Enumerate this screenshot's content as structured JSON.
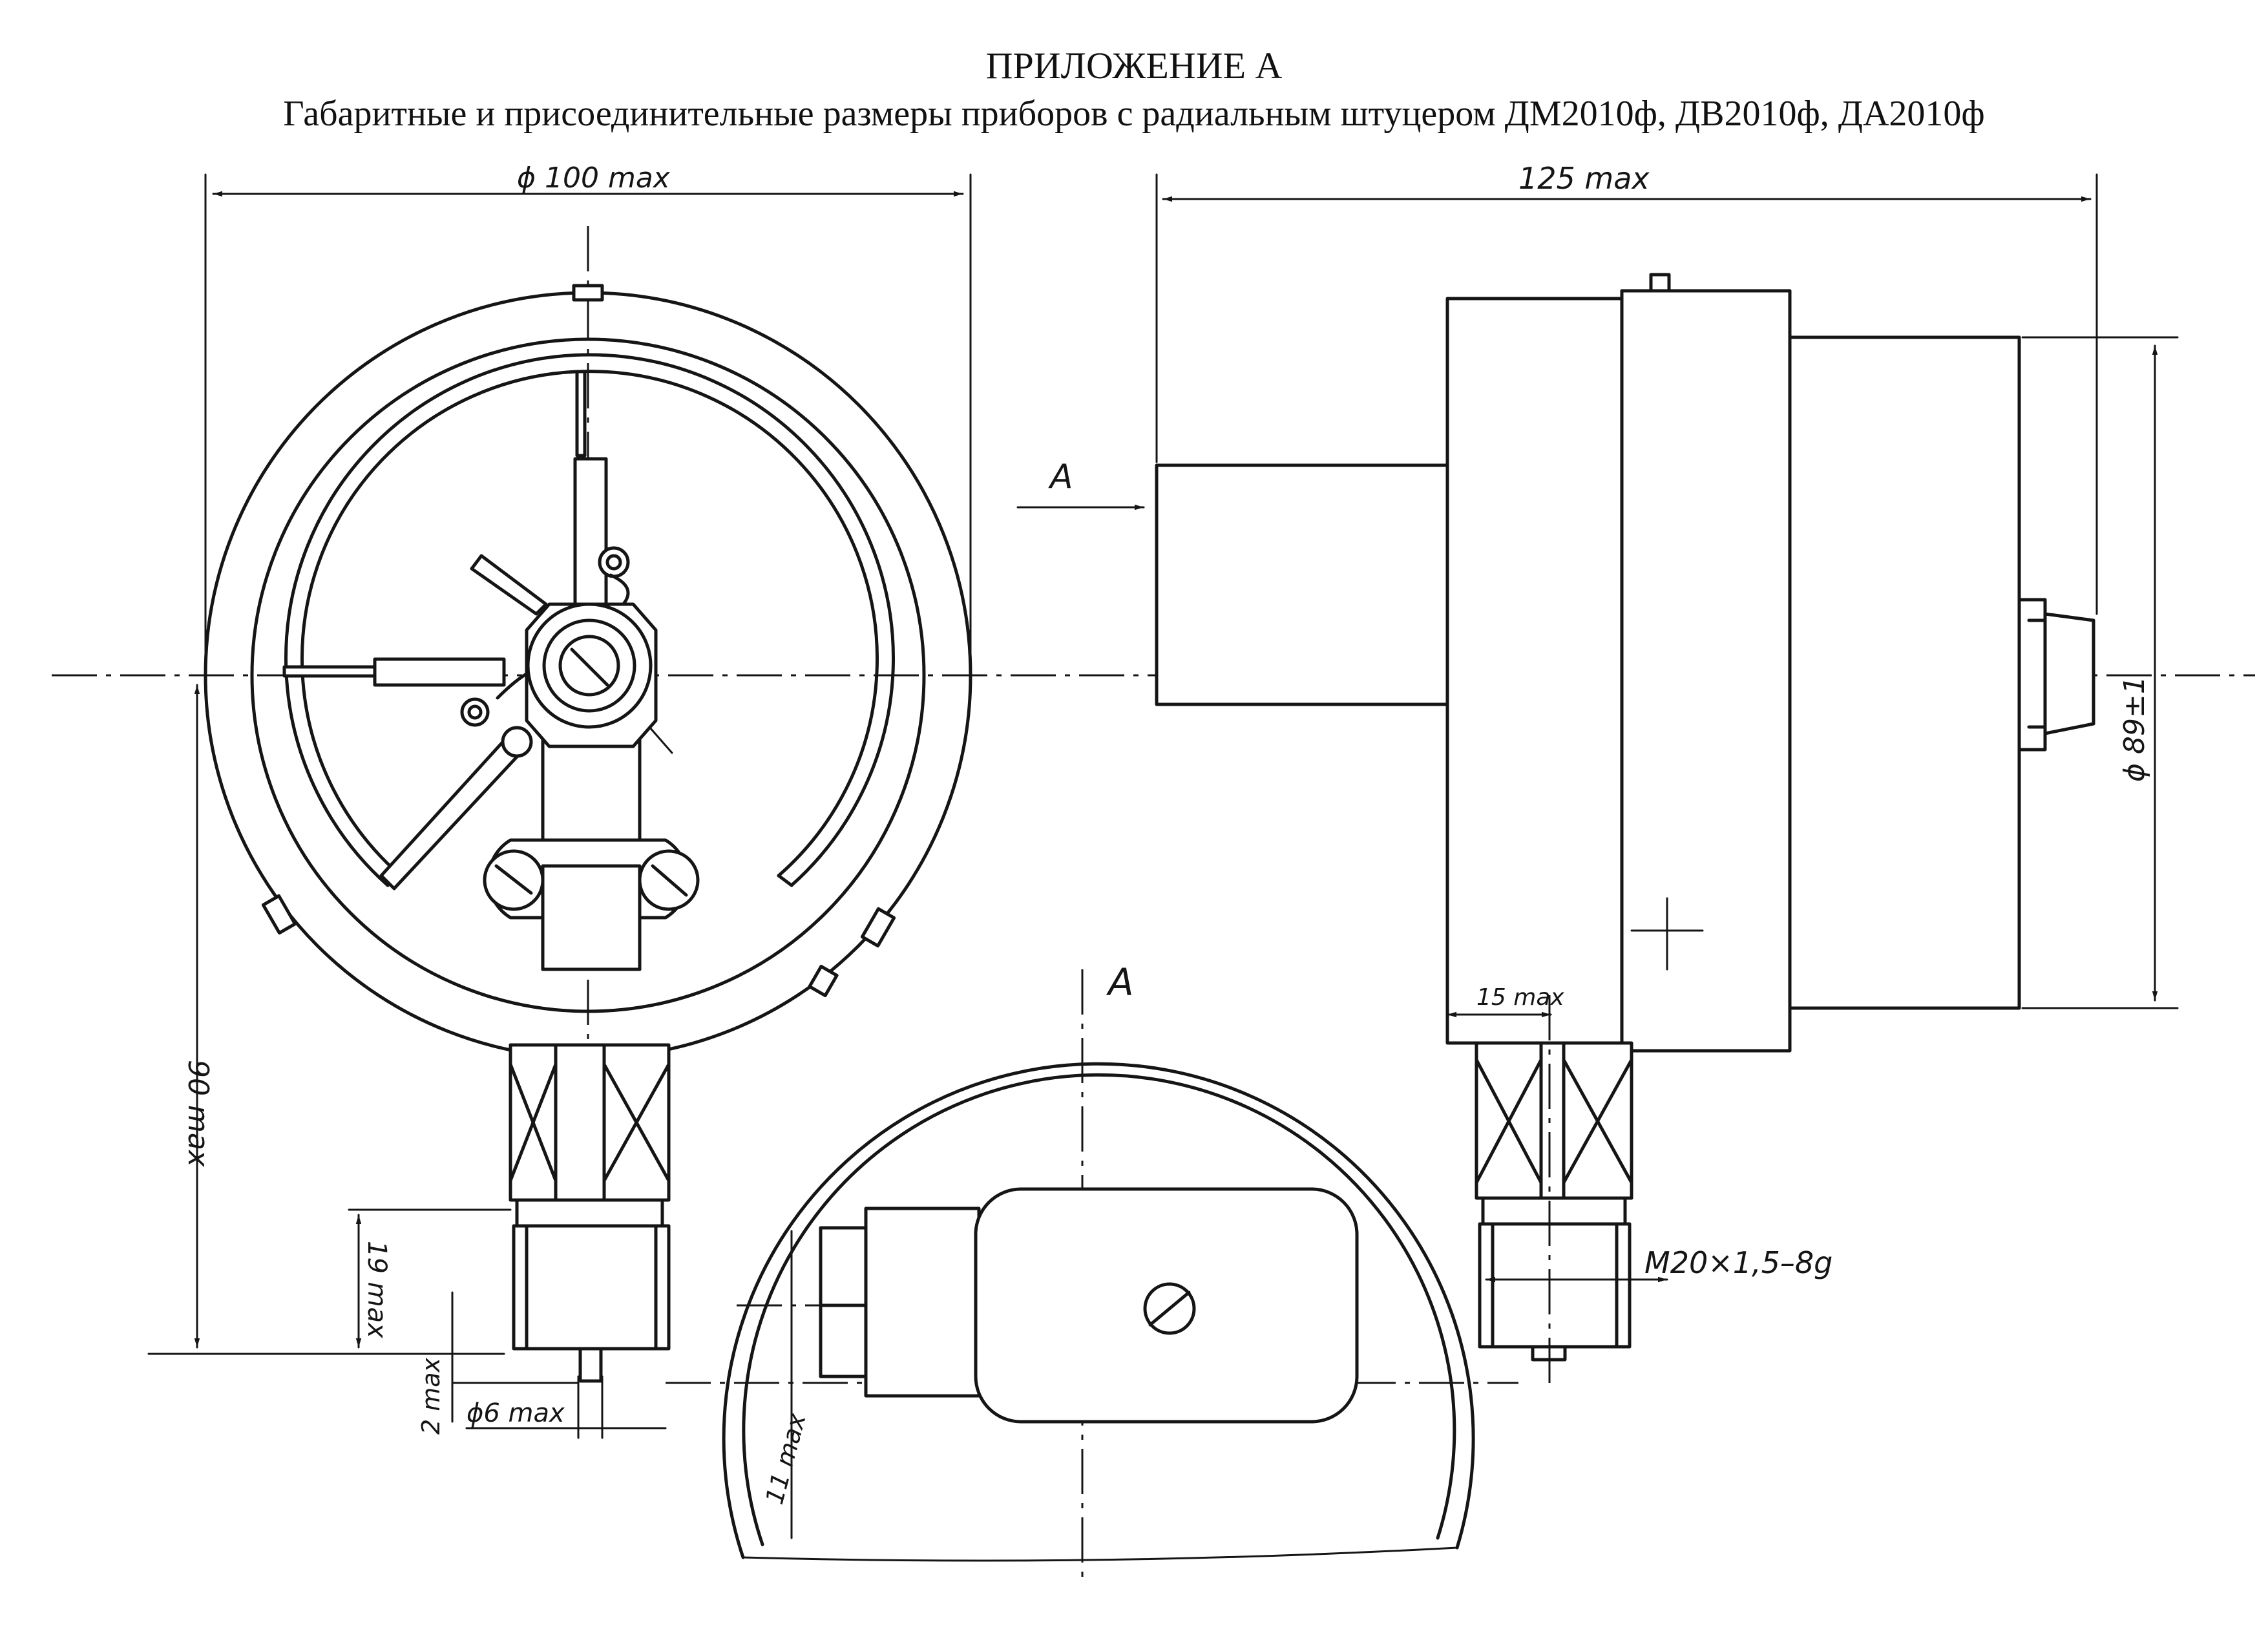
{
  "title": {
    "line1": "ПРИЛОЖЕНИЕ А",
    "line2": "Габаритные и присоединительные размеры приборов с радиальным штуцером ДМ2010ф, ДВ2010ф, ДА2010ф"
  },
  "dimensions": {
    "diameter_max": "ϕ 100 max",
    "length_max": "125 max",
    "height_max": "90 max",
    "fitting_length_max": "19 max",
    "offset_max": "2 max",
    "pin_diameter_max": "ϕ6 max",
    "nut_width_max": "15 max",
    "body_diameter": "ϕ 89±1",
    "thread": "M20×1,5–8g",
    "connector_height_max": "11 max"
  },
  "view_labels": {
    "arrow_label": "A",
    "view_label": "A"
  }
}
